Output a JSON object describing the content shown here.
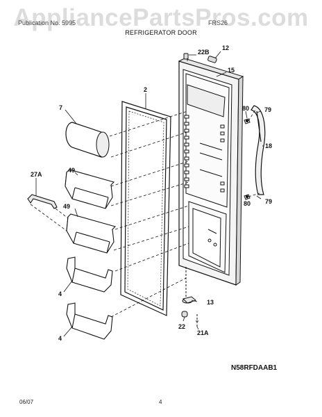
{
  "watermark": "AppliancePartsPros.com",
  "header": {
    "left_text": "Publication No. 5995",
    "right_text": "FRS26",
    "title": "REFRIGERATOR DOOR"
  },
  "callouts": {
    "c12": "12",
    "c22b": "22B",
    "c15": "15",
    "c2": "2",
    "c7": "7",
    "c80a": "80",
    "c79a": "79",
    "c18": "18",
    "c27a": "27A",
    "c49a": "49",
    "c49b": "49",
    "c80b": "80",
    "c79b": "79",
    "c4a": "4",
    "c13": "13",
    "c22": "22",
    "c21a": "21A",
    "c4b": "4"
  },
  "diagram_code": "N58RFDAAB1",
  "footer": {
    "date": "06/07",
    "page": "4"
  }
}
